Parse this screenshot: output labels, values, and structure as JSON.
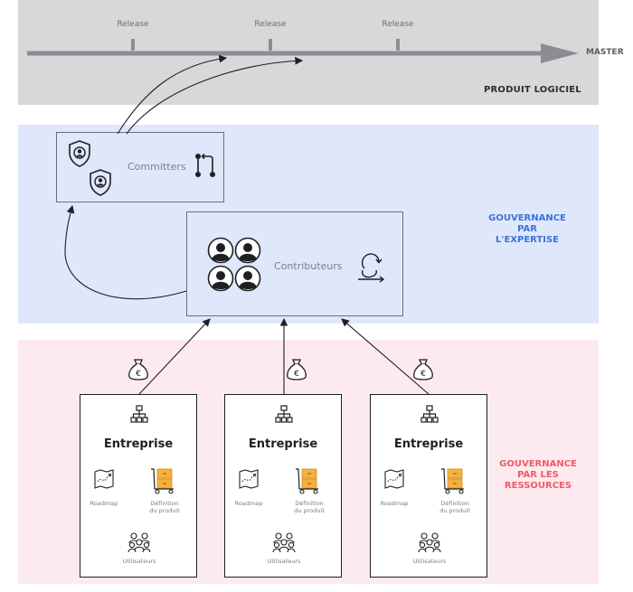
{
  "timeline": {
    "releases": [
      "Release",
      "Release",
      "Release"
    ],
    "master_label": "MASTER",
    "section_label": "PRODUIT LOGICIEL"
  },
  "expertise": {
    "label_lines": [
      "GOUVERNANCE",
      "PAR",
      "L'EXPERTISE"
    ],
    "committers_label": "Committers",
    "contributeurs_label": "Contributeurs"
  },
  "ressources": {
    "label_lines": [
      "GOUVERNANCE",
      "PAR LES",
      "RESSOURCES"
    ],
    "entreprises": [
      {
        "title": "Entreprise",
        "roadmap": "Roadmap",
        "definition_lines": [
          "Définition",
          "du produit"
        ],
        "users": "Utilisateurs"
      },
      {
        "title": "Entreprise",
        "roadmap": "Roadmap",
        "definition_lines": [
          "Définition",
          "du produit"
        ],
        "users": "Utilisateurs"
      },
      {
        "title": "Entreprise",
        "roadmap": "Roadmap",
        "definition_lines": [
          "Définition",
          "du produit"
        ],
        "users": "Utilisateurs"
      }
    ]
  },
  "colors": {
    "band_top": "#d7d8da",
    "band_mid": "#dfe7fb",
    "band_bot": "#fdeaee",
    "blue_accent": "#3b74d8",
    "red_accent": "#ee5a6a",
    "folder_orange": "#f6b13c"
  },
  "icons": [
    "shield-user-icon",
    "git-merge-icon",
    "user-icon",
    "refresh-loop-icon",
    "money-bag-euro-icon",
    "org-chart-icon",
    "map-icon",
    "product-cart-icon",
    "users-group-icon"
  ]
}
